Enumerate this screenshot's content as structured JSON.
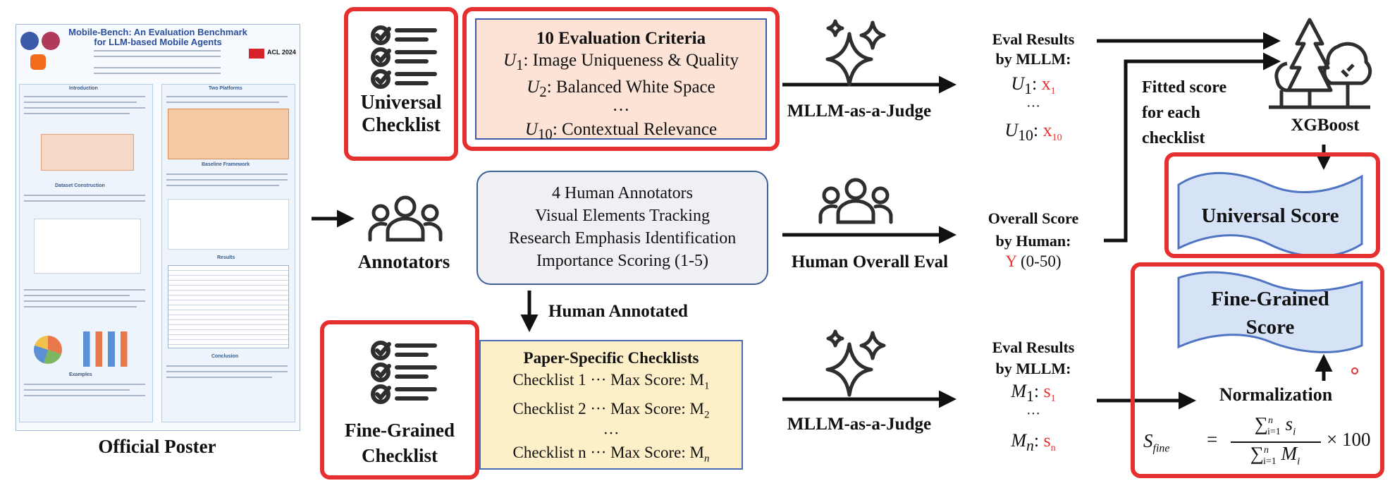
{
  "poster": {
    "title": "Mobile-Bench: An Evaluation Benchmark for LLM-based Mobile Agents",
    "venue": "ACL 2024",
    "sections": [
      "Introduction",
      "Dataset Construction",
      "Results",
      "Two Platforms",
      "Baseline Framework",
      "Examples",
      "Conclusion"
    ],
    "caption": "Official Poster"
  },
  "universal_checklist": {
    "label_line1": "Universal",
    "label_line2": "Checklist"
  },
  "criteria": {
    "title": "10 Evaluation Criteria",
    "u1_var": "U",
    "u1_sub": "1",
    "u1_text": ": Image Uniqueness & Quality",
    "u2_var": "U",
    "u2_sub": "2",
    "u2_text": ": Balanced White Space",
    "dots": "···",
    "u10_var": "U",
    "u10_sub": "10",
    "u10_text": ": Contextual Relevance"
  },
  "judge_top": {
    "label": "MLLM-as-a-Judge"
  },
  "eval_top": {
    "line1": "Eval Results",
    "line2": "by MLLM:",
    "r1_var": "U",
    "r1_sub": "1",
    "r1_sep": ":",
    "r1_val": "x",
    "r1_val_sub": "1",
    "dots": "···",
    "r2_var": "U",
    "r2_sub": "10",
    "r2_sep": ":",
    "r2_val": "x",
    "r2_val_sub": "10"
  },
  "fitted": {
    "line1": "Fitted score",
    "line2": "for each",
    "line3": "checklist"
  },
  "xgboost": {
    "label": "XGBoost"
  },
  "universal_score": {
    "label": "Universal Score"
  },
  "annotators": {
    "label": "Annotators"
  },
  "human_box": {
    "line1": "4 Human Annotators",
    "line2": "Visual Elements Tracking",
    "line3": "Research Emphasis Identification",
    "line4": "Importance Scoring (1-5)"
  },
  "human_overall": {
    "label": "Human Overall Eval"
  },
  "overall_score": {
    "line1": "Overall Score",
    "line2": "by Human:",
    "y": "Y",
    "range": " (0-50)"
  },
  "human_annotated": {
    "label": "Human Annotated"
  },
  "fine_checklist": {
    "label_line1": "Fine-Grained",
    "label_line2": "Checklist"
  },
  "paper_box": {
    "title": "Paper-Specific Checklists",
    "c1": "Checklist 1 ··· Max Score: M",
    "c1_sub": "1",
    "c2": "Checklist 2 ··· Max Score: M",
    "c2_sub": "2",
    "dots": "···",
    "cn": "Checklist n ··· Max Score: M",
    "cn_sub": "n"
  },
  "judge_bottom": {
    "label": "MLLM-as-a-Judge"
  },
  "eval_bottom": {
    "line1": "Eval Results",
    "line2": "by MLLM:",
    "r1_var": "M",
    "r1_sub": "1",
    "r1_sep": ":",
    "r1_val": "s",
    "r1_val_sub": "1",
    "dots": "···",
    "r2_var": "M",
    "r2_sub": "n",
    "r2_sep": ":",
    "r2_val": "s",
    "r2_val_sub": "n"
  },
  "fine_score": {
    "line1": "Fine-Grained",
    "line2": "Score"
  },
  "normalization": {
    "label": "Normalization",
    "lhs": "S",
    "lhs_sub": "fine",
    "eq": "=",
    "num": "∑",
    "num_sup": "n",
    "num_sub": "i=1",
    "num_term": "s",
    "num_term_sub": "i",
    "den": "∑",
    "den_sup": "n",
    "den_sub": "i=1",
    "den_term": "M",
    "den_term_sub": "i",
    "times": "× 100"
  },
  "colors": {
    "red": "#e5302f",
    "criteria_fill": "#fde3d6",
    "criteria_border": "#3b5aa8",
    "human_fill": "#eef0f3",
    "human_border": "#3f5f97",
    "paper_fill": "#fdf0c8",
    "paper_border": "#4a6bb5",
    "score_fill": "#d6e3f7",
    "score_stroke": "#4f74c2"
  }
}
